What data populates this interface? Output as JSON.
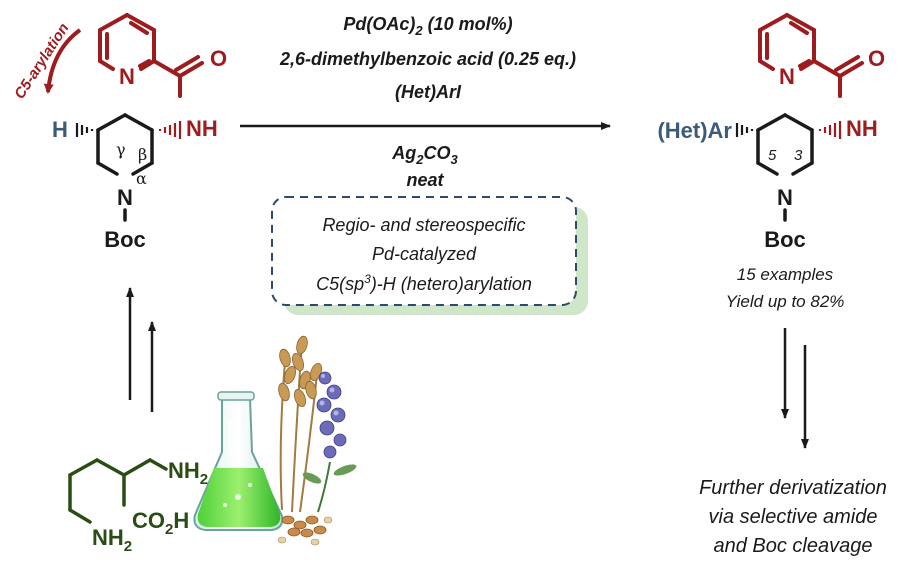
{
  "colors": {
    "red": "#9e1b1e",
    "blue": "#3b5b7a",
    "black": "#1a1a1a",
    "green": "#2a4d14",
    "box_border": "#2e4a6b",
    "box_shadow": "#cfe6c8"
  },
  "starting_material": {
    "atoms": {
      "N_pyridine": "N",
      "O_carbonyl": "O",
      "NH_amide": "NH",
      "H_c5": "H",
      "N_piperidine": "N",
      "protecting_group": "Boc",
      "gamma": "γ",
      "beta": "β",
      "alpha": "α"
    },
    "site_label": "C5-arylation"
  },
  "conditions": {
    "line1_pre": "Pd(OAc)",
    "line1_sub": "2",
    "line1_post": " (10 mol%)",
    "line2": "2,6-dimethylbenzoic acid (0.25 eq.)",
    "line3": "(Het)ArI",
    "line4_pre": "Ag",
    "line4_sub1": "2",
    "line4_mid": "CO",
    "line4_sub2": "3",
    "line5": "neat"
  },
  "box": {
    "line1": "Regio- and stereospecific",
    "line2": "Pd-catalyzed",
    "line3_pre": "C5(sp",
    "line3_sup": "3",
    "line3_post": ")-H (hetero)arylation"
  },
  "product": {
    "atoms": {
      "N_pyridine": "N",
      "O_carbonyl": "O",
      "NH_amide": "NH",
      "aryl": "(Het)Ar",
      "N_piperidine": "N",
      "protecting_group": "Boc",
      "pos5": "5",
      "pos3": "3"
    },
    "examples": "15 examples",
    "yield": "Yield up to 82%"
  },
  "lysine": {
    "NH2_alpha_pre": "NH",
    "NH2_alpha_sub": "2",
    "acid_pre": "CO",
    "acid_sub": "2",
    "acid_post": "H",
    "NH2_eps_pre": "NH",
    "NH2_eps_sub": "2"
  },
  "derivatization": {
    "line1": "Further derivatization",
    "line2": "via selective amide",
    "line3": "and Boc cleavage"
  },
  "illustration": {
    "flask_icon": "erlenmeyer-flask-icon",
    "plants_icon": "wheat-lupine-plants-icon"
  }
}
